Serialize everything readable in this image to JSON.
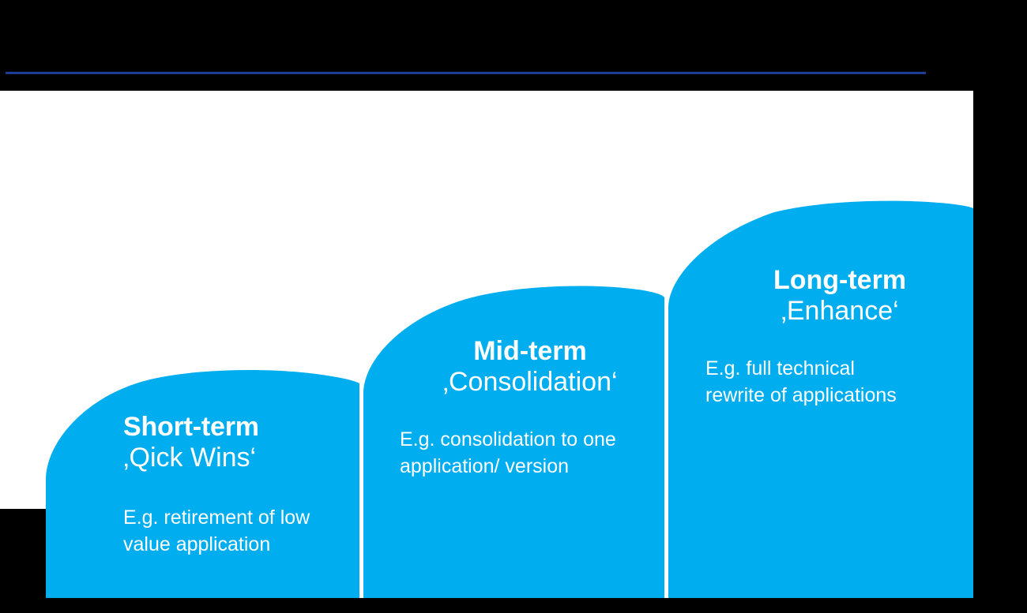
{
  "page": {
    "background_color": "#000000",
    "plate_color": "#ffffff",
    "accent_blue": "#00ADEF",
    "rule_color": "#1C3F94"
  },
  "divider": {
    "name": "top-horizontal-rule",
    "color": "#1C3F94"
  },
  "stages": [
    {
      "id": "short-term",
      "title": "Short-term",
      "subtitle": "‚Qick Wins‘",
      "body": "E.g. retirement of low value application",
      "body_lines": [
        "E.g. retirement of low",
        "value application"
      ],
      "fill_color": "#00ADEF",
      "text_color": "#FFFFFF",
      "order": 1
    },
    {
      "id": "mid-term",
      "title": "Mid-term",
      "subtitle": "‚Consolidation‘",
      "body": "E.g. consolidation to one application/ version",
      "body_lines": [
        "E.g. consolidation to one",
        "application/ version"
      ],
      "fill_color": "#00ADEF",
      "text_color": "#FFFFFF",
      "order": 2
    },
    {
      "id": "long-term",
      "title": "Long-term",
      "subtitle": "‚Enhance‘",
      "body": "E.g. full technical rewrite of applications",
      "body_lines": [
        "E.g. full technical",
        "rewrite of applications"
      ],
      "fill_color": "#00ADEF",
      "text_color": "#FFFFFF",
      "order": 3
    }
  ]
}
